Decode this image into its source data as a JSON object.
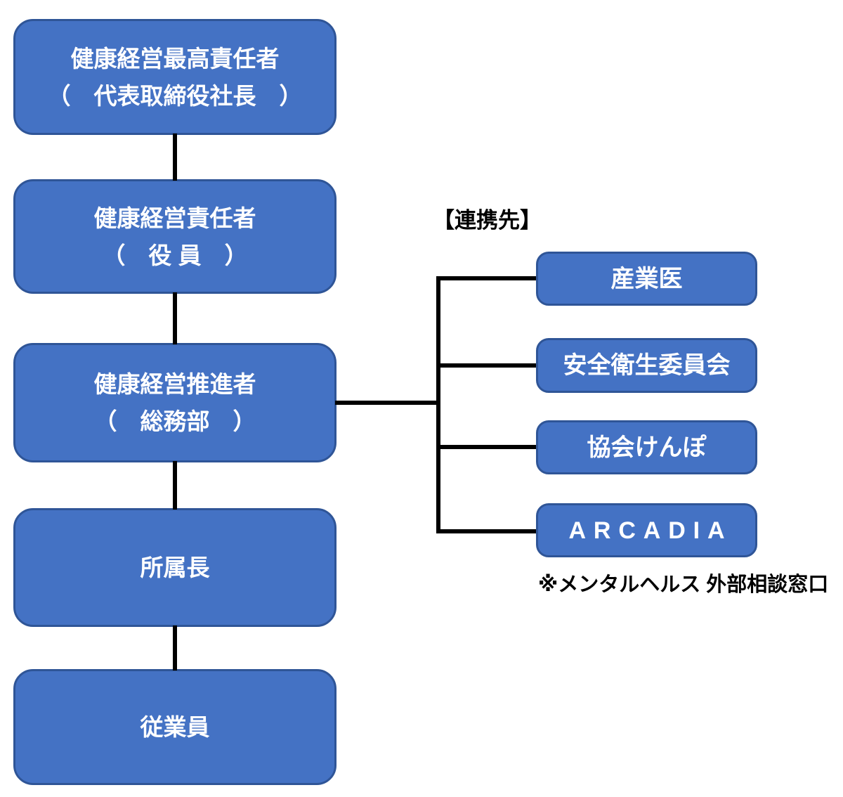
{
  "diagram": {
    "title_hint": "health-management-org-chart",
    "left_chain": [
      {
        "line1": "健康経営最高責任者",
        "line2": "（　代表取締役社長　）"
      },
      {
        "line1": "健康経営責任者",
        "line2": "（　役 員　）"
      },
      {
        "line1": "健康経営推進者",
        "line2": "（　総務部　）"
      },
      {
        "line1": "所属長"
      },
      {
        "line1": "従業員"
      }
    ],
    "partners_header": "【連携先】",
    "partners": [
      {
        "label": "産業医"
      },
      {
        "label": "安全衛生委員会"
      },
      {
        "label": "協会けんぽ"
      },
      {
        "label": "ARCADIA"
      }
    ],
    "note": "※メンタルヘルス 外部相談窓口",
    "colors": {
      "background": "#ffffff",
      "box_fill": "#4472C4",
      "box_border": "#2F5597",
      "box_text": "#ffffff",
      "connector": "#000000",
      "label_text": "#000000"
    }
  }
}
